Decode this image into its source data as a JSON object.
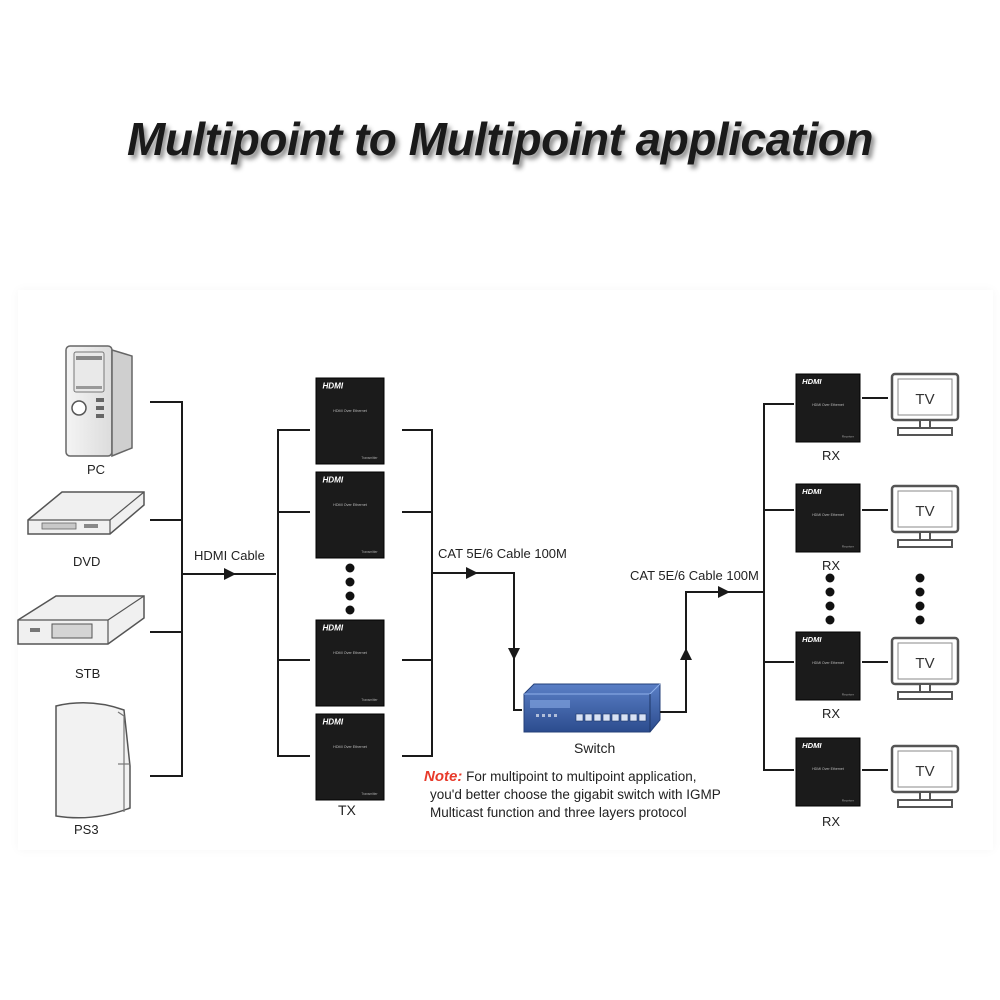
{
  "title": "Multipoint to Multipoint application",
  "sources": [
    {
      "label": "PC",
      "icon": "pc-tower-icon"
    },
    {
      "label": "DVD",
      "icon": "dvd-player-icon"
    },
    {
      "label": "STB",
      "icon": "set-top-box-icon"
    },
    {
      "label": "PS3",
      "icon": "game-console-icon"
    }
  ],
  "cables": {
    "hdmi": "HDMI Cable",
    "cat_left": "CAT 5E/6 Cable 100M",
    "cat_right": "CAT 5E/6 Cable 100M"
  },
  "transmitter": {
    "brand": "HDMI",
    "model": "HDMI Over Ethernet",
    "kind": "Transmitter",
    "label": "TX"
  },
  "receiver": {
    "brand": "HDMI",
    "model": "HDMI Over Ethernet",
    "kind": "Receiver",
    "label": "RX"
  },
  "switch": {
    "label": "Switch"
  },
  "tv_label": "TV",
  "note": {
    "key": "Note:",
    "line1": "For multipoint to multipoint application,",
    "line2": "you'd better choose the gigabit switch with IGMP",
    "line3": "Multicast function and three layers protocol"
  },
  "colors": {
    "line": "#1a1a1a",
    "device_body": "#1b1b1b",
    "switch_body": "#3a5fa8",
    "note_key": "#e83a2a",
    "tv_outline": "#555555"
  }
}
